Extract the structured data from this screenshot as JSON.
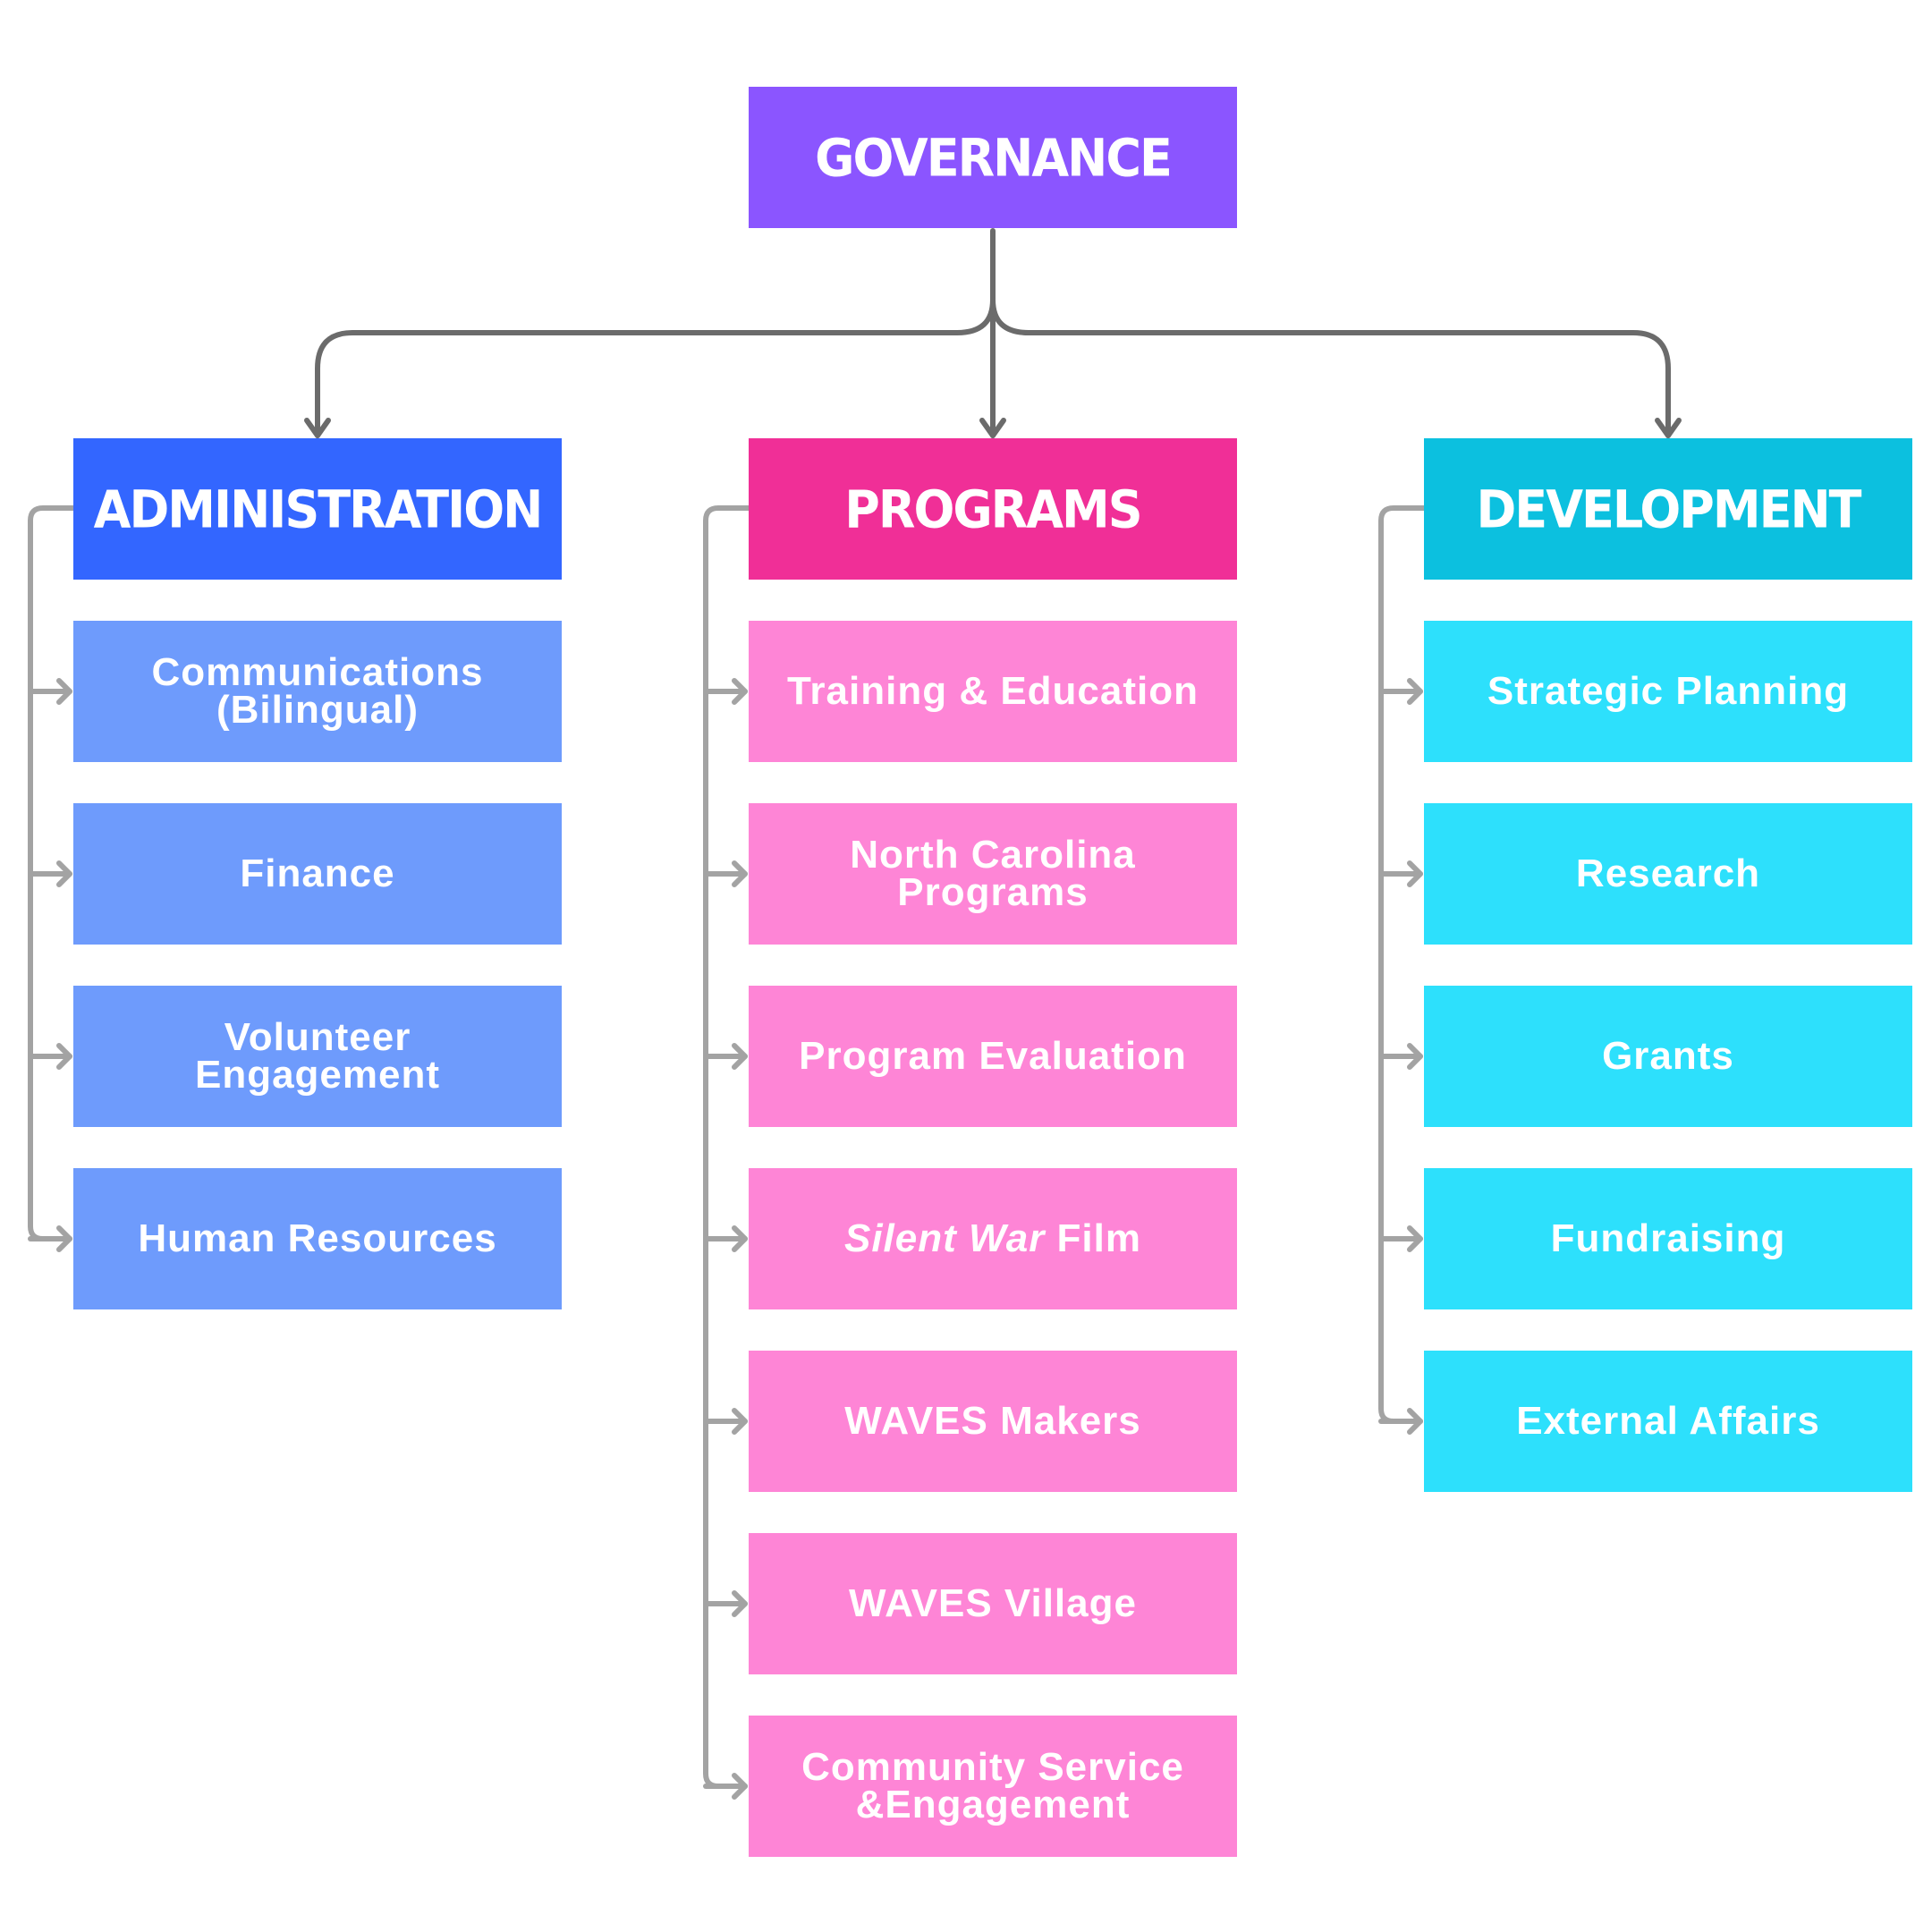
{
  "root": {
    "label": "GOVERNANCE",
    "color": "#8B55FF"
  },
  "columns": [
    {
      "label": "ADMINISTRATION",
      "header_color": "#3366FF",
      "item_color": "#6E9BFC",
      "items": [
        {
          "line1": "Communications",
          "line2": "(Bilingual)"
        },
        {
          "line1": "Finance"
        },
        {
          "line1": "Volunteer",
          "line2": "Engagement"
        },
        {
          "line1": "Human Resources"
        }
      ]
    },
    {
      "label": "PROGRAMS",
      "header_color": "#F02F97",
      "item_color": "#FE85D6",
      "items": [
        {
          "line1": "Training & Education"
        },
        {
          "line1": "North Carolina",
          "line2": "Programs"
        },
        {
          "line1": "Program Evaluation"
        },
        {
          "italic": "Silent War",
          "rest": " Film"
        },
        {
          "line1": "WAVES Makers"
        },
        {
          "line1": "WAVES Village"
        },
        {
          "line1": "Community Service",
          "line2": "&Engagement"
        }
      ]
    },
    {
      "label": "DEVELOPMENT",
      "header_color": "#0CC0DF",
      "item_color": "#2DE0FC",
      "items": [
        {
          "line1": "Strategic Planning"
        },
        {
          "line1": "Research"
        },
        {
          "line1": "Grants"
        },
        {
          "line1": "Fundraising"
        },
        {
          "line1": "External Affairs"
        }
      ]
    }
  ],
  "connector_colors": {
    "main": "#6B6B6B",
    "branch": "#A3A3A3"
  }
}
